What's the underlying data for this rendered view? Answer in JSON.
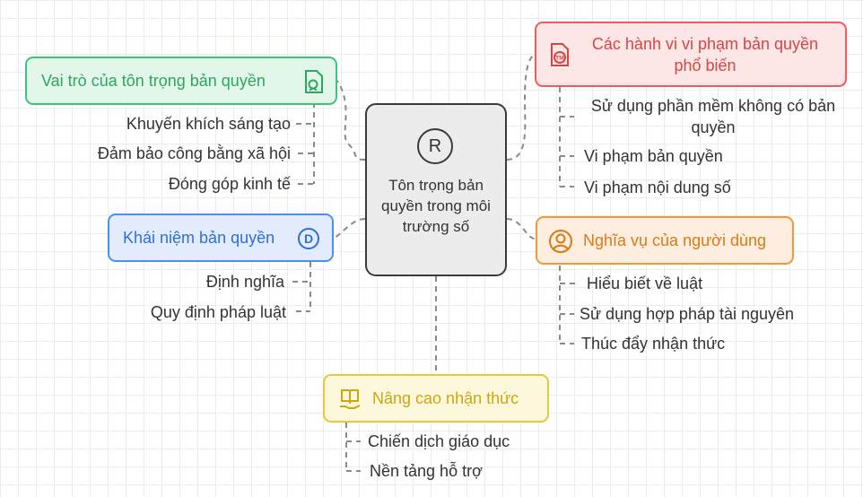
{
  "center": {
    "label": "Tôn trọng bản quyền trong môi trường số",
    "icon": "registered-icon",
    "icon_text": "R"
  },
  "branches": {
    "vai_tro": {
      "title": "Vai trò của tôn trọng bản quyền",
      "color": "#3cc47c",
      "fill": "#e3f6ea",
      "text_color": "#2fa563",
      "icon": "document-user-icon",
      "items": [
        "Khuyến khích sáng tạo",
        "Đảm bảo công bằng xã hội",
        "Đóng góp kinh tế"
      ]
    },
    "khai_niem": {
      "title": "Khái niệm bản quyền",
      "color": "#4d8ef2",
      "fill": "#e2ecfc",
      "text_color": "#2f6fd8",
      "icon": "copyright-d-icon",
      "icon_text": "D",
      "items": [
        "Định nghĩa",
        "Quy định pháp luật"
      ]
    },
    "vi_pham": {
      "title": "Các hành vi vi phạm bản quyền phổ biến",
      "color": "#ee5c5c",
      "fill": "#fde6e6",
      "text_color": "#d64545",
      "icon": "trademark-document-icon",
      "icon_text": "TM",
      "items": [
        "Sử dụng phần mềm không có bản quyền",
        "Vi phạm bản quyền",
        "Vi phạm nội dung số"
      ]
    },
    "nghia_vu": {
      "title": "Nghĩa vụ của người dùng",
      "color": "#f09a3e",
      "fill": "#fdeee0",
      "text_color": "#d97a17",
      "icon": "user-circle-icon",
      "items": [
        "Hiểu biết về luật",
        "Sử dụng hợp pháp tài nguyên",
        "Thúc đẩy nhận thức"
      ]
    },
    "nang_cao": {
      "title": "Nâng cao nhận thức",
      "color": "#e6c93a",
      "fill": "#fdf8dc",
      "text_color": "#c9a80f",
      "icon": "book-hand-icon",
      "items": [
        "Chiến dịch giáo dục",
        "Nền tảng hỗ trợ"
      ]
    }
  }
}
